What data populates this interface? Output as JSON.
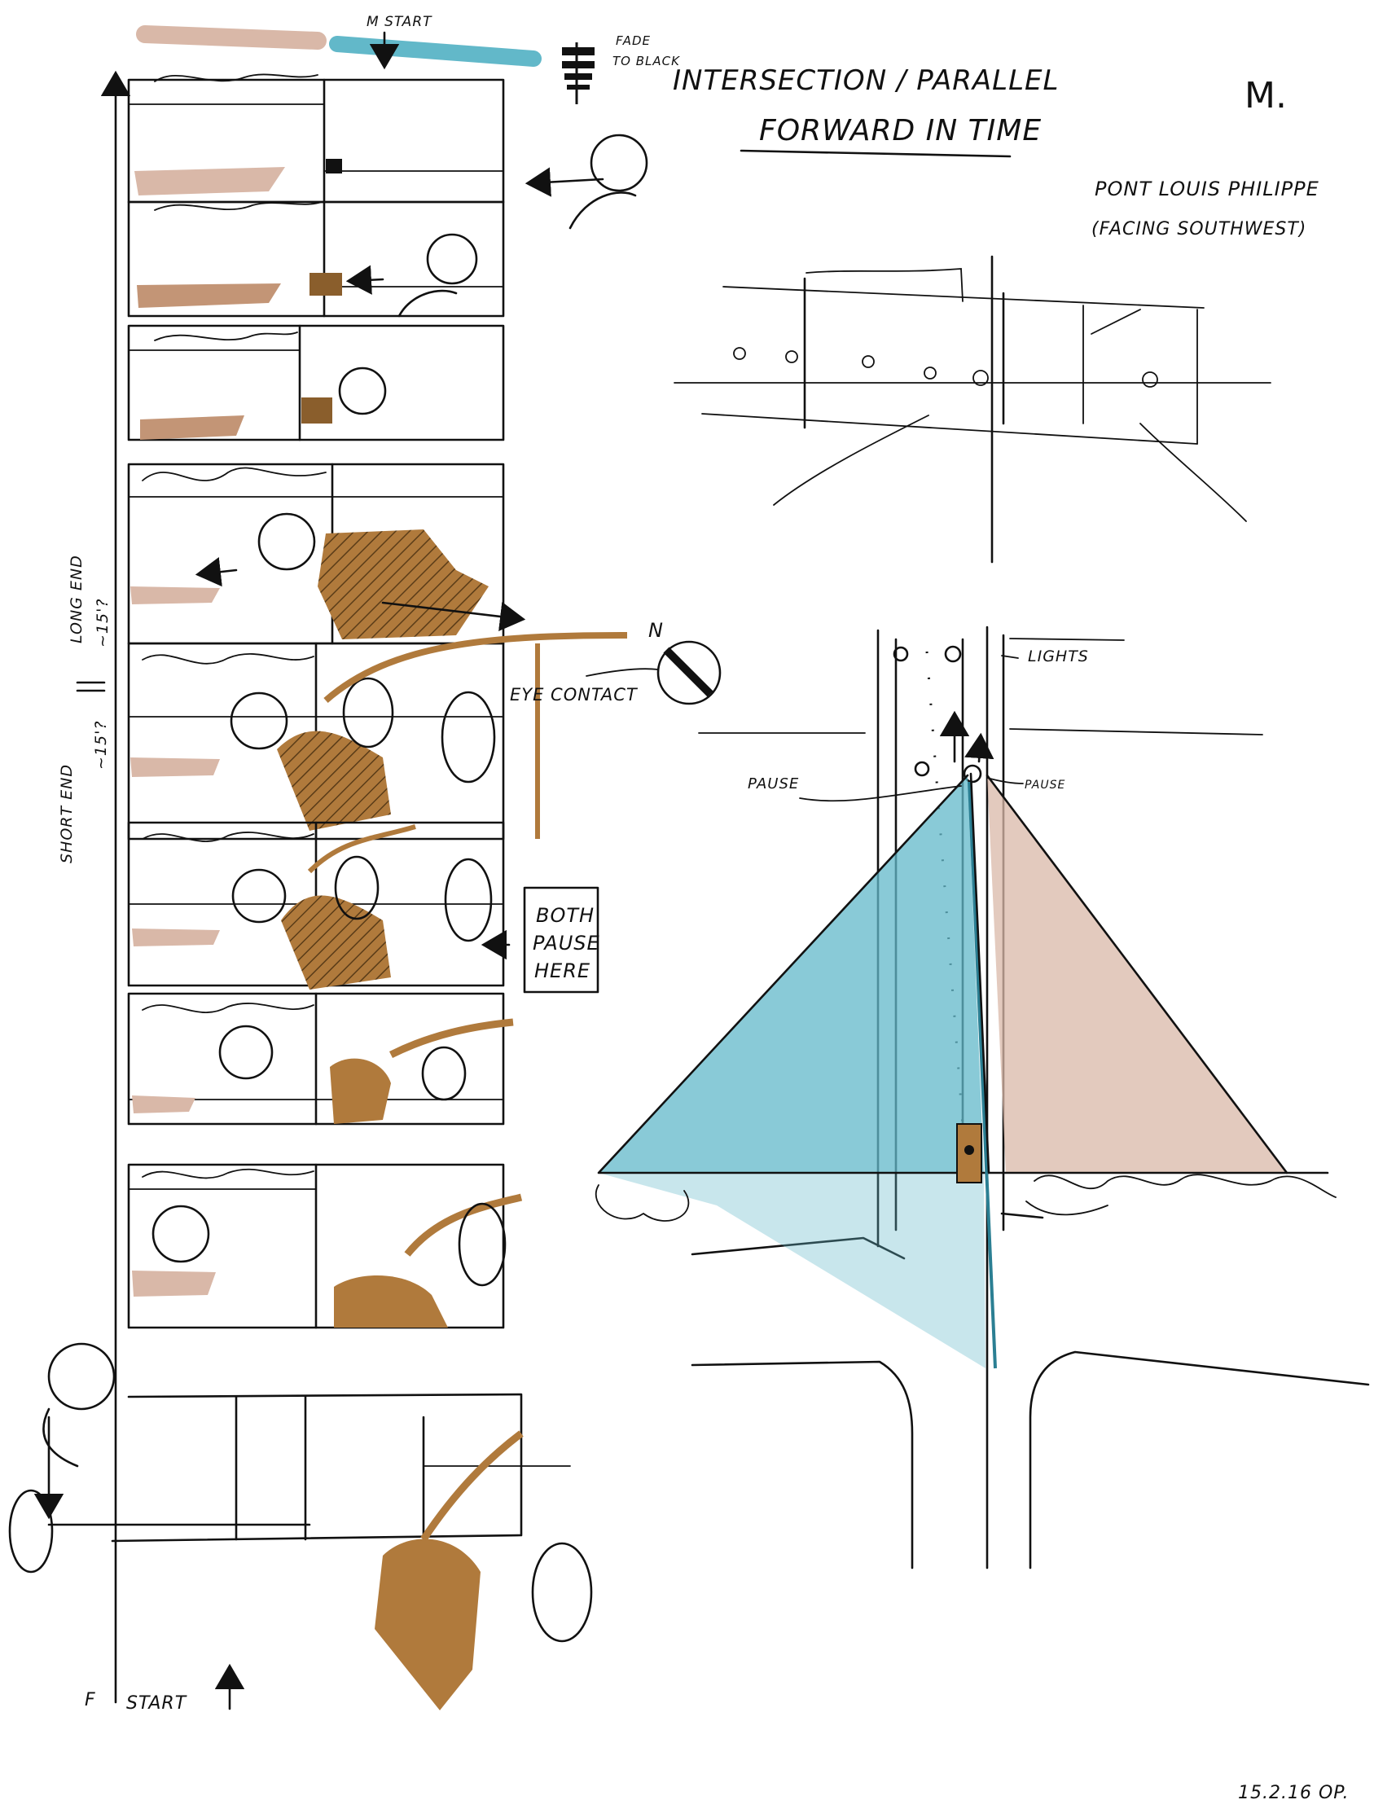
{
  "title_line1": "INTERSECTION / PARALLEL",
  "title_line2": "FORWARD IN TIME",
  "initial": "M.",
  "location_line1": "PONT LOUIS PHILIPPE",
  "location_line2": "(FACING SOUTHWEST)",
  "legend": {
    "m_start": "M START",
    "fade_line1": "FADE",
    "fade_line2": "TO BLACK"
  },
  "side_labels": {
    "long_end": "LONG END",
    "long_dim": "~15'?",
    "short_end": "SHORT END",
    "short_dim": "~15'?"
  },
  "annotations": {
    "eye_contact": "EYE CONTACT",
    "both_pause_line1": "BOTH",
    "both_pause_line2": "PAUSE",
    "both_pause_line3": "HERE",
    "compass": "N",
    "lights": "LIGHTS",
    "pause_left": "PAUSE",
    "pause_right": "PAUSE",
    "f_start": "F",
    "start": "START",
    "date_signature": "15.2.16  OP."
  },
  "colors": {
    "ink": "#111111",
    "pink": "#d9b8a8",
    "blue": "#62b8c9",
    "brown": "#b07a3c"
  },
  "icons": [
    "compass-icon",
    "fade-to-black-icon",
    "m-start-arrow-icon",
    "f-start-arrow-icon"
  ]
}
